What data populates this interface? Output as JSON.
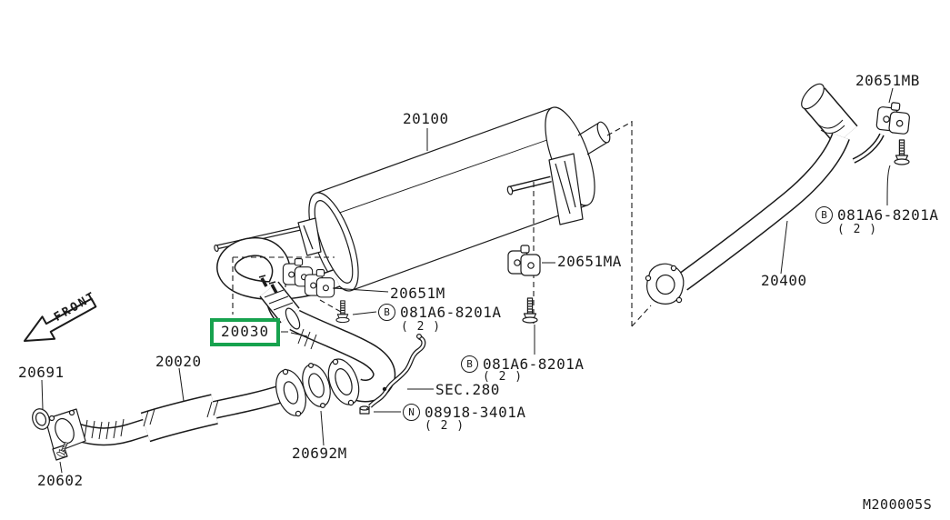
{
  "diagram": {
    "drawing_code": "M200005S",
    "front_arrow": "FRONT",
    "highlight_color": "#17a24e",
    "line_color": "#1a1a1a",
    "parts": {
      "muffler": {
        "num": "20100"
      },
      "hanger_rear": {
        "num": "20651MB"
      },
      "bolt_rear": {
        "prefix": "B",
        "num": "081A6-8201A",
        "qty": "( 2 )"
      },
      "tailpipe": {
        "num": "20400"
      },
      "hanger_mid": {
        "num": "20651MA"
      },
      "hanger_front": {
        "num": "20651M"
      },
      "bolt_front": {
        "prefix": "B",
        "num": "081A6-8201A",
        "qty": "( 2 )"
      },
      "center_pipe": {
        "num": "20030",
        "highlighted": true
      },
      "bolt_center": {
        "prefix": "B",
        "num": "081A6-8201A",
        "qty": "( 2 )"
      },
      "section_ref": {
        "num": "SEC.280"
      },
      "nut": {
        "prefix": "N",
        "num": "08918-3401A",
        "qty": "( 2 )"
      },
      "front_pipe": {
        "num": "20020"
      },
      "ring_gasket": {
        "num": "20691"
      },
      "flange_bolt": {
        "num": "20602"
      },
      "gasket": {
        "num": "20692M"
      }
    }
  }
}
